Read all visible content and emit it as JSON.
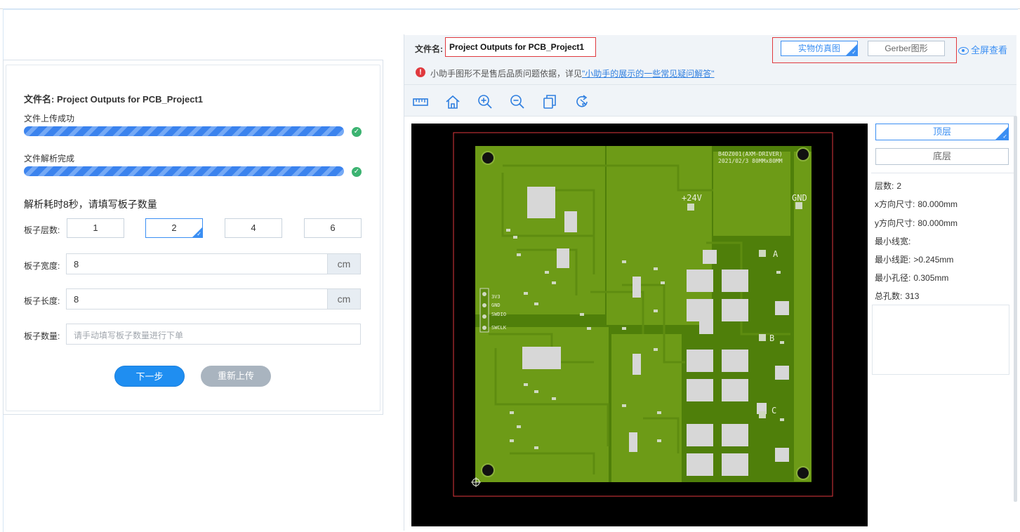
{
  "left": {
    "file_label": "文件名:",
    "file_name": "Project Outputs for PCB_Project1",
    "upload_status": "文件上传成功",
    "parse_status": "文件解析完成",
    "upload_progress": 1.0,
    "parse_progress": 1.0,
    "parse_message": "解析耗时8秒，请填写板子数量",
    "layers_label": "板子层数:",
    "layer_options": [
      "1",
      "2",
      "4",
      "6"
    ],
    "selected_layer": "2",
    "width_label": "板子宽度:",
    "width_value": "8",
    "width_unit": "cm",
    "length_label": "板子长度:",
    "length_value": "8",
    "length_unit": "cm",
    "qty_label": "板子数量:",
    "qty_placeholder": "请手动填写板子数量进行下单",
    "next_button": "下一步",
    "reupload_button": "重新上传"
  },
  "viewer": {
    "file_label": "文件名:",
    "file_name": "Project Outputs for PCB_Project1",
    "warning_text": "小助手图形不是售后品质问题依据，详见",
    "warning_link": "\"小助手的展示的一些常见疑问解答\"",
    "view_realistic": "实物仿真图",
    "view_gerber": "Gerber图形",
    "fullscreen": "全屏查看",
    "tools": [
      "measure-icon",
      "home-icon",
      "zoom-in-icon",
      "zoom-out-icon",
      "copy-icon",
      "rotate-icon"
    ],
    "layer_top": "顶层",
    "layer_bottom": "底层",
    "props": {
      "layers_label": "层数:",
      "layers_value": "2",
      "x_label": "x方向尺寸:",
      "x_value": "80.000mm",
      "y_label": "y方向尺寸:",
      "y_value": "80.000mm",
      "min_width_label": "最小线宽:",
      "min_width_value": "",
      "min_space_label": "最小线距:",
      "min_space_value": ">0.245mm",
      "min_hole_label": "最小孔径:",
      "min_hole_value": "0.305mm",
      "holes_label": "总孔数:",
      "holes_value": "313"
    },
    "pcb": {
      "label_top": "B4DZ001(AXM-DRIVER)",
      "label_date": "2021/02/3  80MMx80MM",
      "label_plus24": "+24V",
      "label_gnd": "GND",
      "label_a": "A",
      "label_b": "B",
      "label_c": "C",
      "connector_labels": [
        "3V3",
        "GND",
        "SWDIO",
        "SWCLK"
      ]
    },
    "colors": {
      "board_green": "#6d9b17",
      "copper_green": "#4f7f0a",
      "outline_red": "#e0393e",
      "accent_blue": "#3b8ff3"
    }
  }
}
